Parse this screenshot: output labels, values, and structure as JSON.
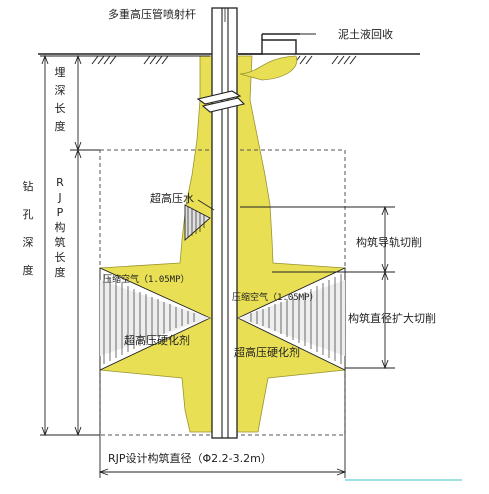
{
  "labels": {
    "rod": "多重高压管喷射杆",
    "recovery": "泥土液回收",
    "buried_depth": "埋深长度",
    "drill_depth": "钻孔深度",
    "rjp_length": "RJP构筑长度",
    "water": "超高压水",
    "guide_cut": "构筑导轨切削",
    "air_left": "压缩空气（1.05MP）",
    "air_right": "压缩空气（1.05MP）",
    "diameter_cut": "构筑直径扩大切削",
    "harden_left": "超高压硬化剂",
    "harden_right": "超高压硬化剂",
    "rjp_diameter": "RJP设计构筑直径（Φ2.2-3.2m）"
  },
  "colors": {
    "soil": "#e8df55",
    "line": "#222222",
    "pipe": "#c8c8c8",
    "dashed": "#555555"
  }
}
